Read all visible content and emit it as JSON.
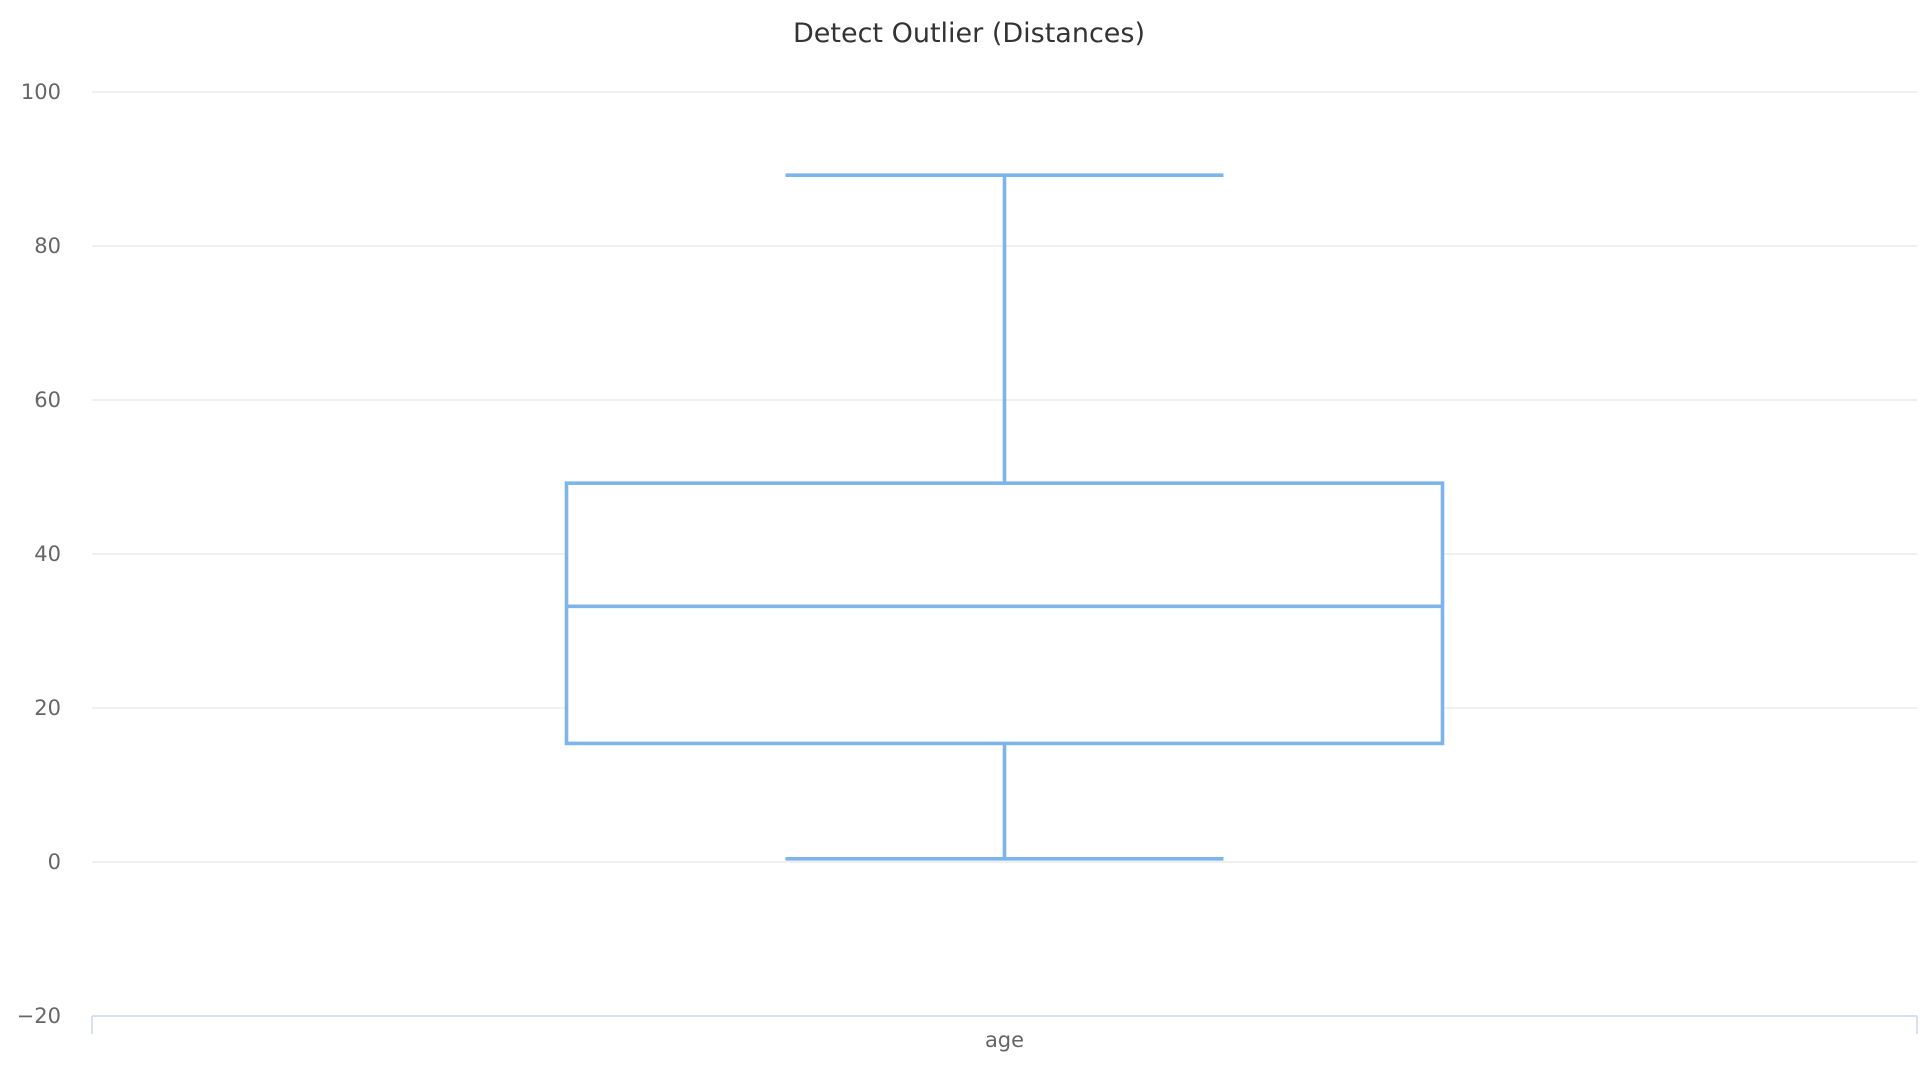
{
  "chart_data": {
    "type": "boxplot",
    "title": "Detect Outlier (Distances)",
    "xlabel": "",
    "ylabel": "",
    "categories": [
      "age"
    ],
    "ylim": [
      -20,
      100
    ],
    "yticks": [
      -20,
      0,
      20,
      40,
      60,
      80,
      100
    ],
    "grid": true,
    "legend": "none",
    "series": [
      {
        "color": "#7cb5ec",
        "boxes": [
          {
            "category": "age",
            "low": 0.42,
            "q1": 15.4,
            "median": 33.2,
            "q3": 49.2,
            "high": 89.2
          }
        ]
      }
    ]
  }
}
